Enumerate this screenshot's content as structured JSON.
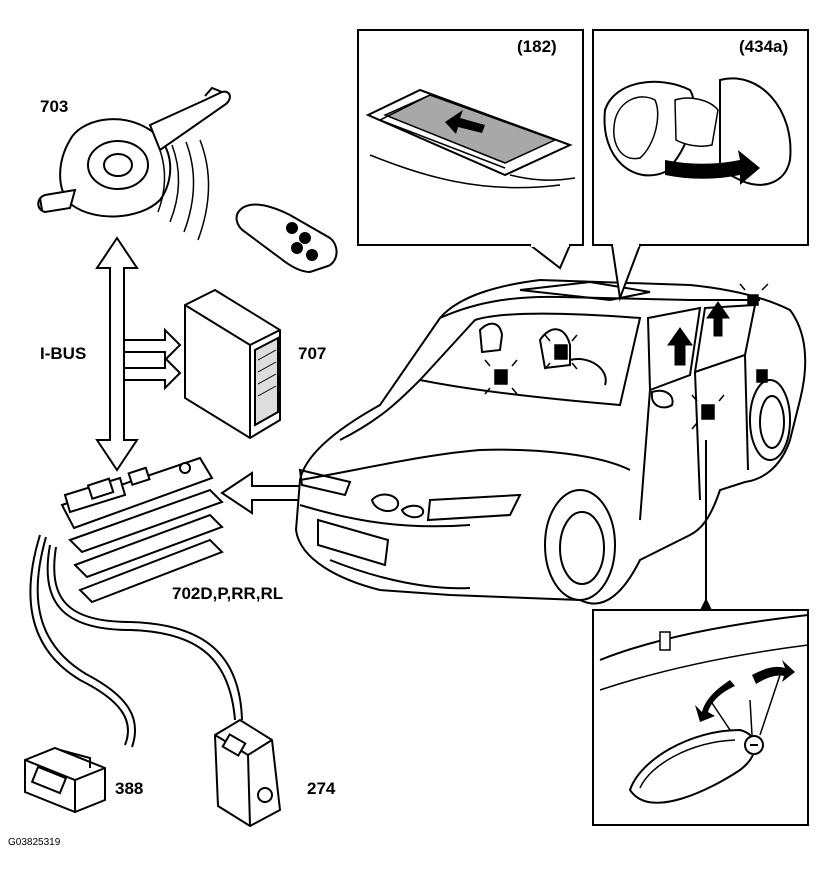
{
  "labels": {
    "stalk": "703",
    "module": "707",
    "bus": "I-BUS",
    "door_modules": "702D,P,RR,RL",
    "switch_left": "388",
    "switch_right": "274",
    "sunroof_inset": "(182)",
    "fuel_flap_inset": "(434a)",
    "drawing_id": "G03825319"
  },
  "colors": {
    "line": "#000000",
    "glass_shade": "#a8a8a8",
    "background": "#ffffff"
  }
}
